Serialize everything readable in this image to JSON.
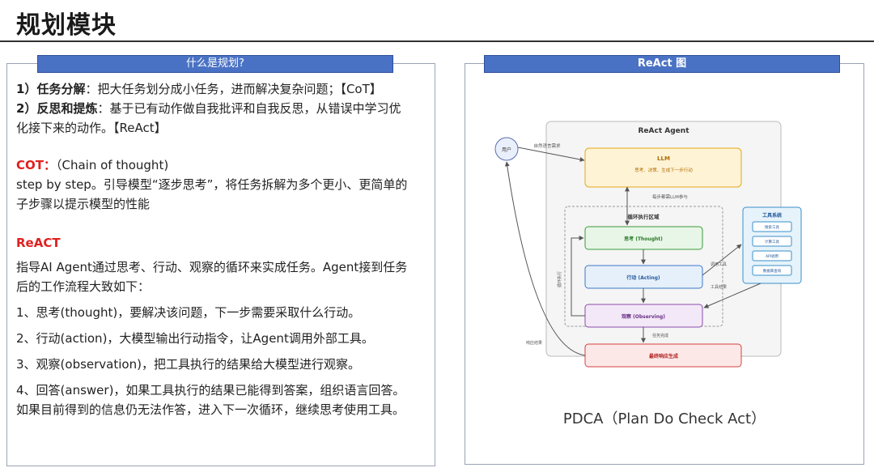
{
  "page": {
    "title": "规划模块"
  },
  "left": {
    "header": "什么是规划?",
    "line1_num": "1）",
    "line1_bold": "任务分解",
    "line1_rest": "：把大任务划分成小任务，进而解决复杂问题；【CoT】",
    "line2_num": "2）",
    "line2_bold": "反思和提炼",
    "line2_rest_a": "：基于已有动作做自我批评和自我反思，从错误中学习优",
    "line2_rest_b": "化接下来的动作。【ReAct】",
    "cot_label": "COT：",
    "cot_title": "（Chain of thought)",
    "cot_desc_a": "step by step。引导模型“逐步思考”，将任务拆解为多个更小、更简单的",
    "cot_desc_b": "子步骤以提示模型的性能",
    "react_label": "ReACT",
    "react_desc_a": "指导AI Agent通过思考、行动、观察的循环来实成任务。Agent接到任务",
    "react_desc_b": "后的工作流程大致如下：",
    "step1": "1、思考(thought)，要解决该问题，下一步需要采取什么行动。",
    "step2": "2、行动(action)，大模型输出行动指令，让Agent调用外部工具。",
    "step3": "3、观察(observation)，把工具执行的结果给大模型进行观察。",
    "step4_a": "4、回答(answer)，如果工具执行的结果已能得到答案，组织语言回答。",
    "step4_b": "如果目前得到的信息仍无法作答，进入下一次循环，继续思考使用工具。"
  },
  "right": {
    "header": "ReAct 图",
    "caption": "PDCA（Plan Do Check Act）",
    "diagram": {
      "title": "ReAct Agent",
      "user": "用户",
      "natural_request": "自然语言需求",
      "llm_title": "LLM",
      "llm_sub": "思考、决策、生成下一步行动",
      "llm_hint": "每步都需LLM参与",
      "loop_title": "循环执行区域",
      "loop_side": "循环执行",
      "thought": "思考 (Thought)",
      "acting": "行动 (Acting)",
      "observing": "观察 (Observing)",
      "tools_title": "工具系统",
      "tools": [
        "搜索工具",
        "计算工具",
        "API调用",
        "数据库查询"
      ],
      "call_tool": "调用工具",
      "tool_result": "工具结果",
      "task_done": "任务完成",
      "response_result": "响应结果",
      "final": "最终响应生成"
    }
  }
}
